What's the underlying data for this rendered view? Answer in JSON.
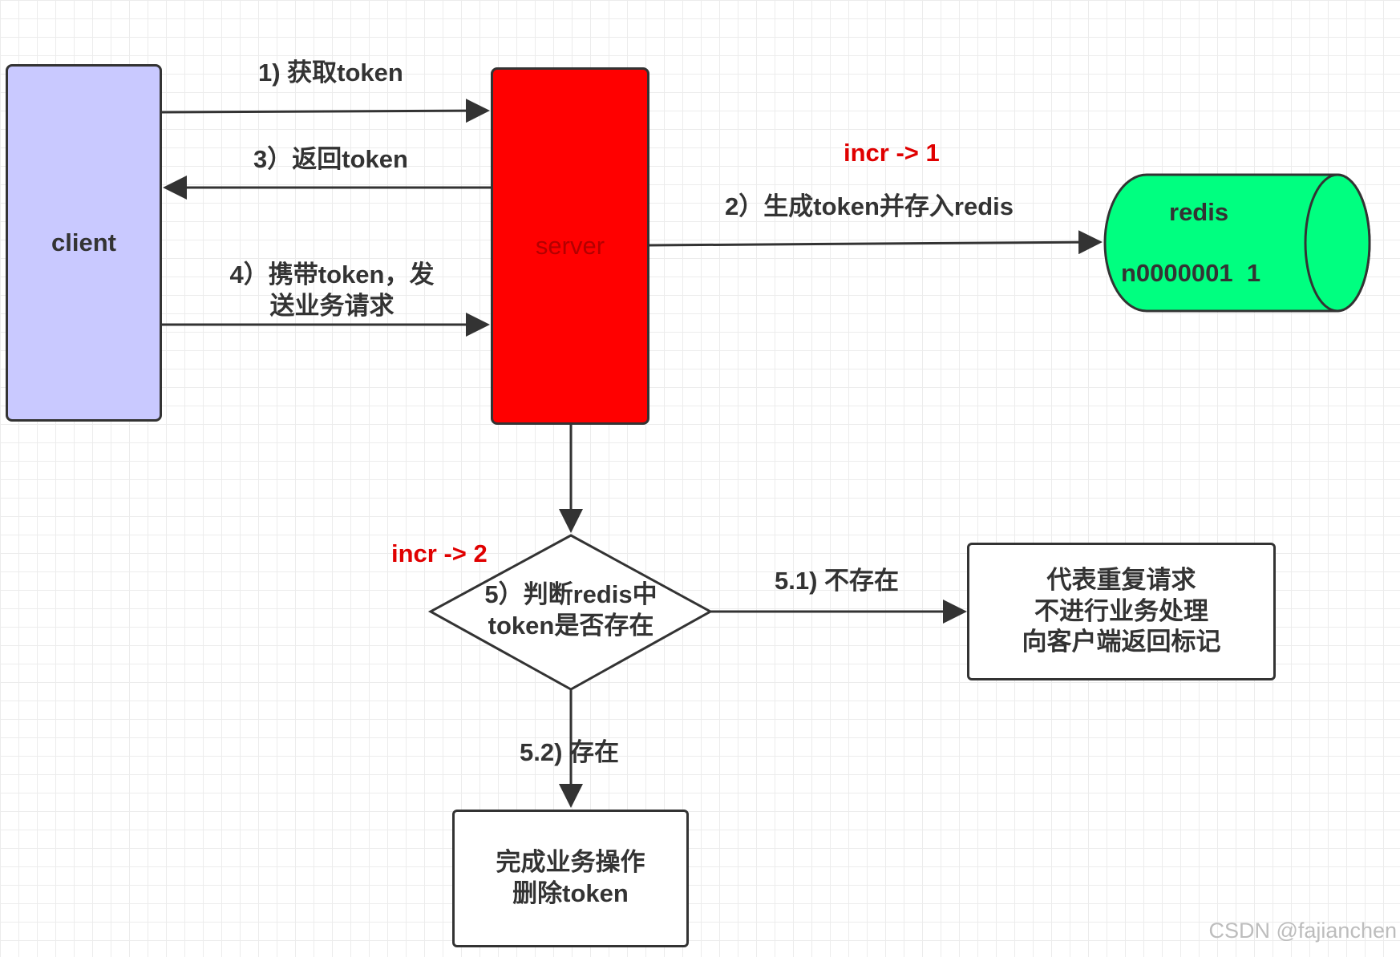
{
  "nodes": {
    "client": "client",
    "server": "server",
    "redis_title": "redis",
    "redis_entry": "n0000001  1",
    "decision_line1": "5）判断redis中",
    "decision_line2": "token是否存在",
    "repeat_line1": "代表重复请求",
    "repeat_line2": "不进行业务处理",
    "repeat_line3": "向客户端返回标记",
    "complete_line1": "完成业务操作",
    "complete_line2": "删除token"
  },
  "edges": {
    "get_token": "1) 获取token",
    "generate_token": "2）生成token并存入redis",
    "return_token": "3）返回token",
    "send_request_line1": "4）携带token，发",
    "send_request_line2": "送业务请求",
    "not_exist": "5.1) 不存在",
    "exist": "5.2) 存在"
  },
  "annotations": {
    "incr1": "incr -> 1",
    "incr2": "incr -> 2"
  },
  "watermark": "CSDN @fajianchen",
  "colors": {
    "client_fill": "#c9c9ff",
    "server_fill": "#ff0000",
    "redis_fill": "#00ff80",
    "annotation_red": "#e00000",
    "stroke": "#333333"
  }
}
